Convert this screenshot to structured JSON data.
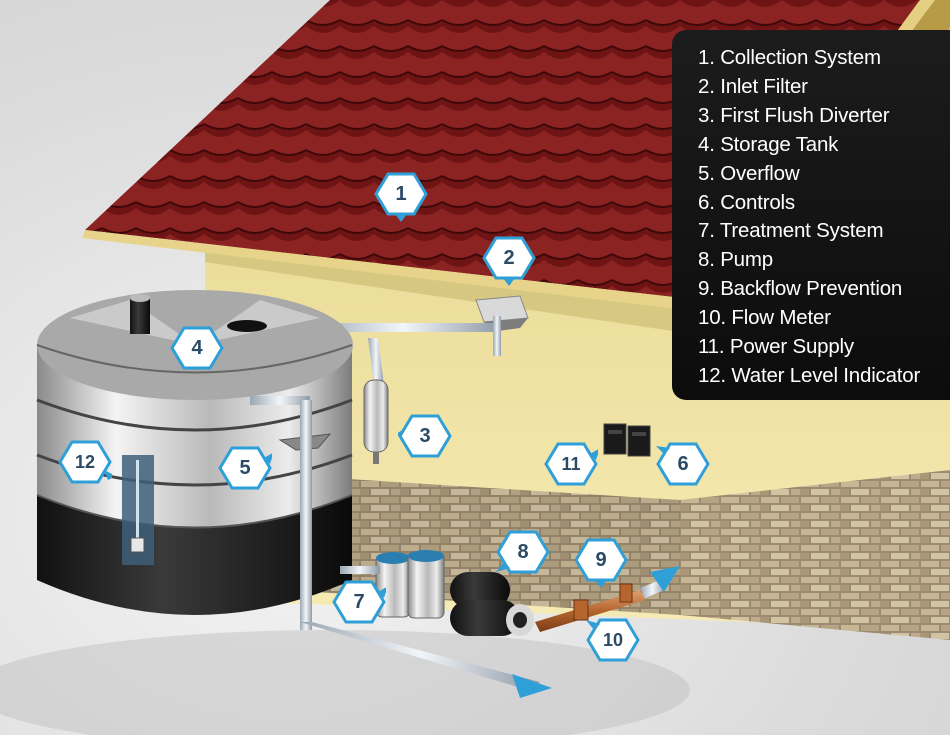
{
  "legend": {
    "items": [
      "1. Collection System",
      "2. Inlet Filter",
      "3. First Flush Diverter",
      "4. Storage Tank",
      "5. Overflow",
      "6. Controls",
      "7. Treatment System",
      "8. Pump",
      "9. Backflow Prevention",
      "10. Flow Meter",
      "11. Power Supply",
      "12. Water Level Indicator"
    ]
  },
  "markers": [
    "1",
    "2",
    "3",
    "4",
    "5",
    "6",
    "7",
    "8",
    "9",
    "10",
    "11",
    "12"
  ],
  "colors": {
    "roof": "#7a1a1a",
    "wall": "#f3e6a6",
    "foundation": "#b7a58a",
    "badge_border": "#2f9fd8",
    "legend_background": "#111111",
    "arrow": "#2f9fd8"
  }
}
